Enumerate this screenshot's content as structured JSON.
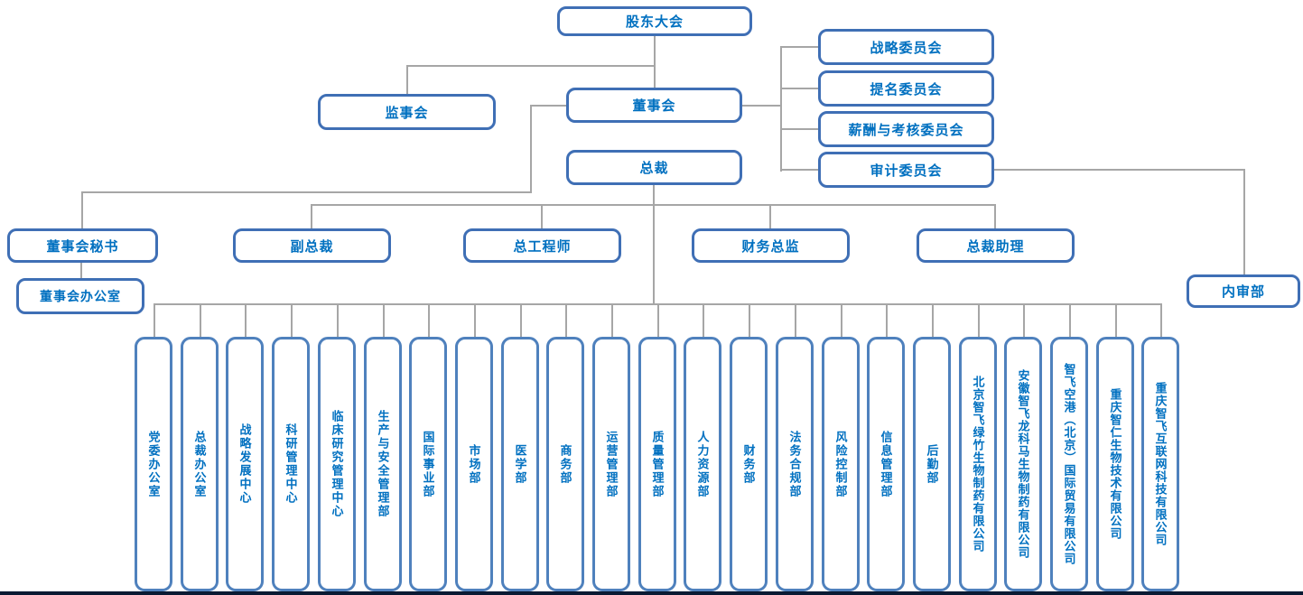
{
  "org_chart": {
    "nodes": {
      "shareholders_meeting": "股东大会",
      "supervisory_board": "监事会",
      "board_of_directors": "董事会",
      "president": "总裁",
      "committees": [
        "战略委员会",
        "提名委员会",
        "薪酬与考核委员会",
        "审计委员会"
      ],
      "board_secretary": "董事会秘书",
      "board_office": "董事会办公室",
      "vice_president": "副总裁",
      "chief_engineer": "总工程师",
      "finance_director": "财务总监",
      "president_assistant": "总裁助理",
      "internal_audit_dept": "内审部",
      "departments": [
        "党委办公室",
        "总裁办公室",
        "战略发展中心",
        "科研管理中心",
        "临床研究管理中心",
        "生产与安全管理部",
        "国际事业部",
        "市场部",
        "医学部",
        "商务部",
        "运营管理部",
        "质量管理部",
        "人力资源部",
        "财务部",
        "法务合规部",
        "风险控制部",
        "信息管理部",
        "后勤部",
        "北京智飞绿竹生物制药有限公司",
        "安徽智飞龙科马生物制药有限公司",
        "智飞空港（北京）国际贸易有限公司",
        "重庆智仁生物技术有限公司",
        "重庆智飞互联网科技有限公司"
      ]
    },
    "colors": {
      "box_border": "#3f6fb5",
      "dept_border": "#4f81bd",
      "text": "#0070c0",
      "connector": "#a6a6a6",
      "footer_strip": "#0a1a33"
    }
  }
}
